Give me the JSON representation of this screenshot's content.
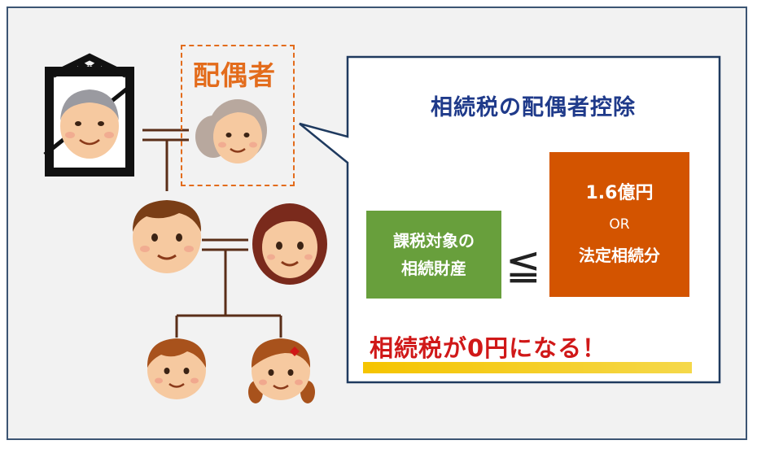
{
  "spouse_label": "配偶者",
  "panel": {
    "title": "相続税の配偶者控除",
    "taxable_box": {
      "line1": "課税対象の",
      "line2": "相続財産"
    },
    "comparison_symbol": "≦",
    "threshold_box": {
      "amount": "1.6億円",
      "or_text": "OR",
      "legal_share": "法定相続分"
    },
    "result": "相続税が0円になる！"
  },
  "colors": {
    "frame_border": "#3c5573",
    "panel_border": "#1f3a5f",
    "title": "#1f3a8a",
    "accent_orange": "#e36c1c",
    "green_box": "#689f3c",
    "orange_box": "#d35400",
    "result_text": "#d01818",
    "highlight": "#f5c400",
    "tree_lines": "#5a2e18"
  },
  "icons": [
    "memorial-portrait-frame-icon",
    "grandfather-face-icon",
    "grandmother-face-icon",
    "son-face-icon",
    "daughter-in-law-face-icon",
    "grandson-face-icon",
    "granddaughter-face-icon"
  ]
}
